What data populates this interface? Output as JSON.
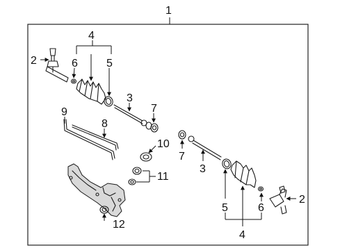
{
  "diagram": {
    "callouts": {
      "assembly": "1",
      "outer_tie_rod_left": "2",
      "outer_tie_rod_right": "2",
      "inner_tie_rod_left": "3",
      "inner_tie_rod_right": "3",
      "boot_kit_left": "4",
      "boot_kit_right": "4",
      "clamp_left": "5",
      "clamp_right": "5",
      "nut_left": "6",
      "nut_right": "6",
      "bushing_left": "7",
      "bushing_right": "7",
      "bracket": "8",
      "line": "9",
      "seal_upper": "10",
      "seal_kit": "11",
      "seal_lower": "12"
    }
  }
}
